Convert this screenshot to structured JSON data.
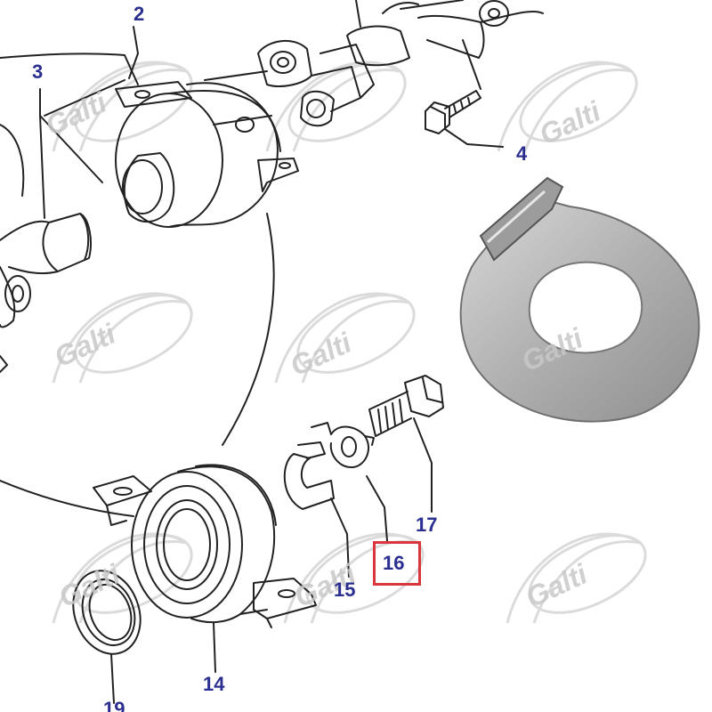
{
  "colors": {
    "callout_text": "#2b2f8f",
    "highlight_border": "#d9363e",
    "line_art": "#222222",
    "watermark": "#c9c9c9",
    "washer_fill": "#b4b4b4"
  },
  "watermark": {
    "text": "Galti"
  },
  "callouts": {
    "c2": "2",
    "c3": "3",
    "c4": "4",
    "c14": "14",
    "c15": "15",
    "c16": "16",
    "c17": "17",
    "c19": "19"
  },
  "highlighted_callout": "16"
}
